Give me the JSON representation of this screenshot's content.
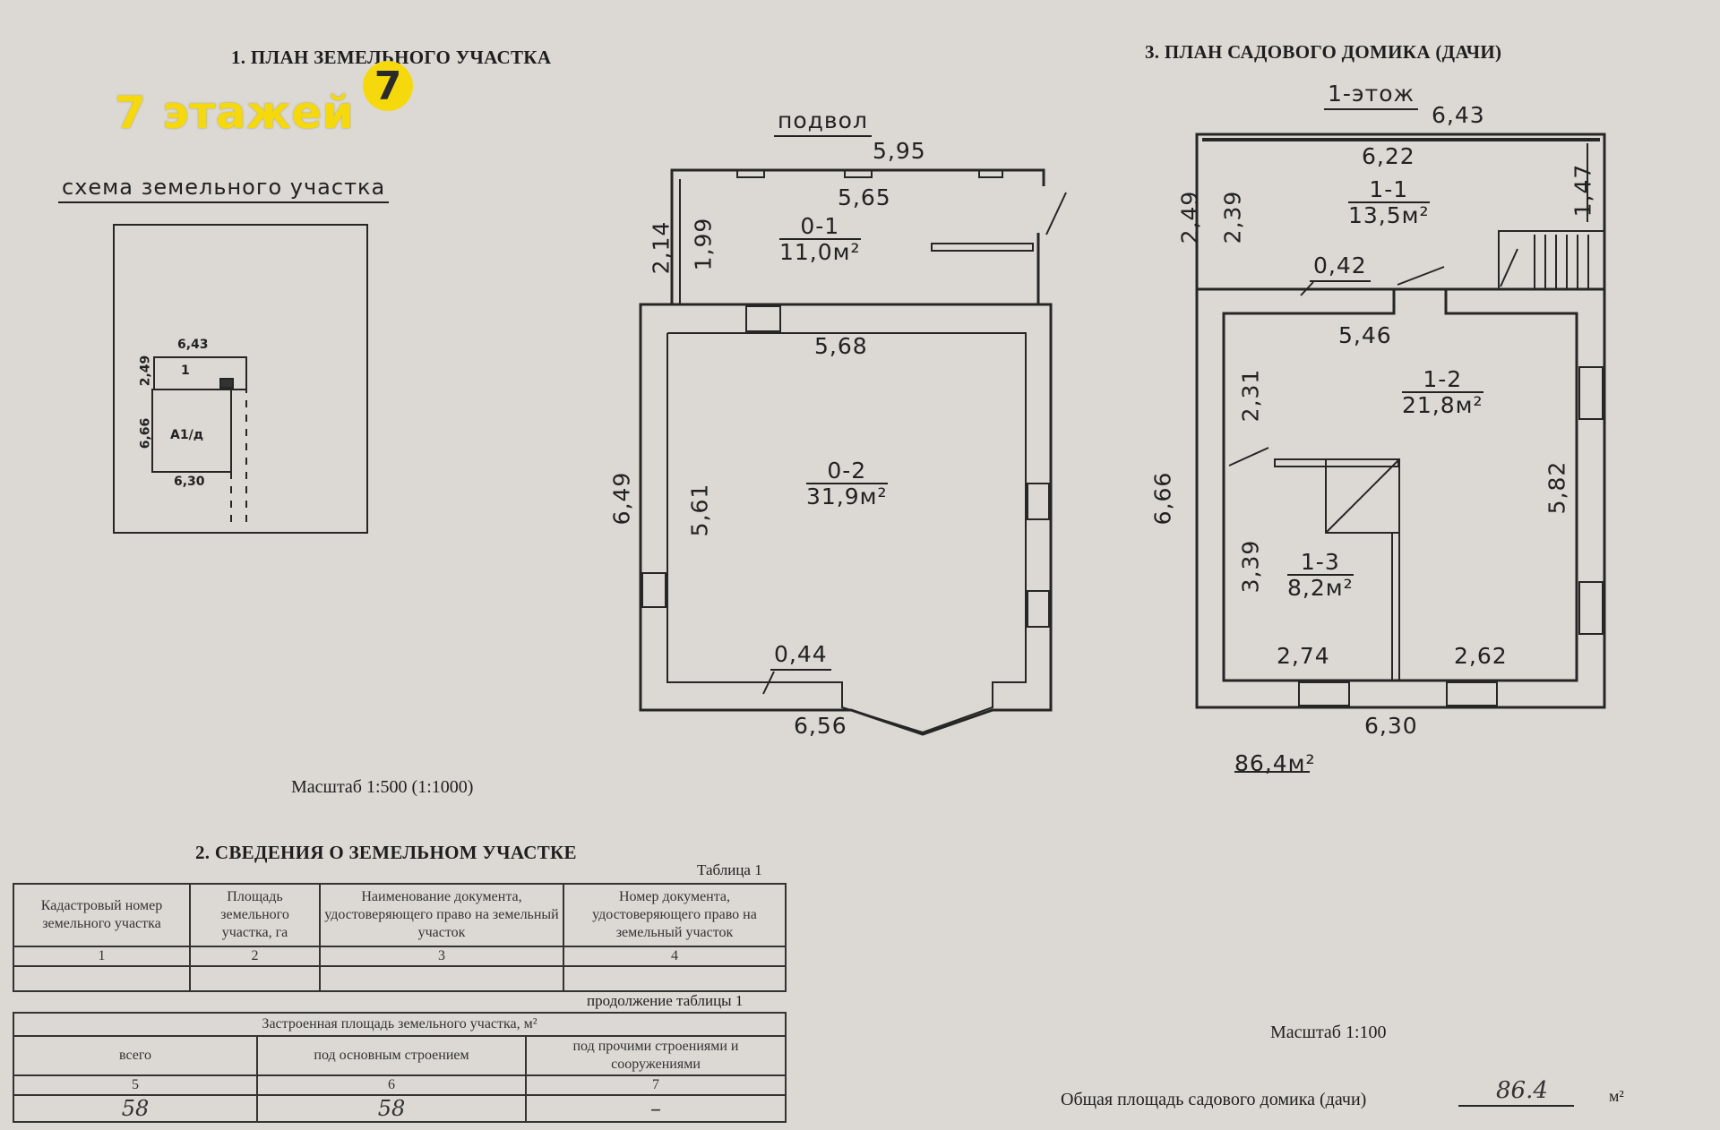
{
  "section1": {
    "title": "1. ПЛАН ЗЕМЕЛЬНОГО УЧАСТКА",
    "scheme_label": "схема земельного участка",
    "scale": "Масштаб 1:500 (1:1000)",
    "site_dims": {
      "top": "6,43",
      "left_top": "2,49",
      "left_main": "6,66",
      "bottom": "6,30",
      "room1": "1",
      "room2": "А1/д"
    }
  },
  "watermark": {
    "text": "7 этажей",
    "logo": "7"
  },
  "basement": {
    "title": "подвол",
    "dims": {
      "top_outer": "5,95",
      "top_inner": "5,65",
      "left_outer": "2,14",
      "left_inner": "1,99",
      "mid_inner": "5,68",
      "left_big_outer": "6,49",
      "left_big_inner": "5,61",
      "wall": "0,44",
      "bottom": "6,56"
    },
    "rooms": [
      {
        "id": "0-1",
        "area": "11,0м²"
      },
      {
        "id": "0-2",
        "area": "31,9м²"
      }
    ]
  },
  "section3": {
    "title": "3. ПЛАН САДОВОГО ДОМИКА (ДАЧИ)",
    "floor": "1-этож",
    "dims": {
      "top_outer": "6,43",
      "top_inner": "6,22",
      "left_outer_top": "2,49",
      "left_inner_top": "2,39",
      "right_top": "1,47",
      "wall": "0,42",
      "mid_inner": "5,46",
      "left_mid": "2,31",
      "left_outer": "6,66",
      "right_inner": "5,82",
      "left_low": "3,39",
      "bottom_left": "2,74",
      "bottom_right": "2,62",
      "bottom_outer": "6,30"
    },
    "rooms": [
      {
        "id": "1-1",
        "area": "13,5м²"
      },
      {
        "id": "1-2",
        "area": "21,8м²"
      },
      {
        "id": "1-3",
        "area": "8,2м²"
      }
    ],
    "total_handwritten": "86,4м²",
    "scale": "Масштаб 1:100",
    "total_label": "Общая площадь садового домика (дачи)",
    "total_value": "86.4",
    "total_unit": "м²"
  },
  "section2": {
    "title": "2. СВЕДЕНИЯ О ЗЕМЕЛЬНОМ УЧАСТКЕ",
    "table1_caption": "Таблица 1",
    "table1_headers": [
      "Кадастровый номер земельного участка",
      "Площадь земельного участка, га",
      "Наименование документа, удостоверяющего право на земельный участок",
      "Номер документа, удостоверяющего право на земельный участок"
    ],
    "table1_nums": [
      "1",
      "2",
      "3",
      "4"
    ],
    "table2_caption": "продолжение таблицы 1",
    "table2_group": "Застроенная площадь земельного участка, м²",
    "table2_headers": [
      "всего",
      "под основным строением",
      "под прочими строениями и сооружениями"
    ],
    "table2_nums": [
      "5",
      "6",
      "7"
    ],
    "table2_values": [
      "58",
      "58",
      "–"
    ]
  }
}
